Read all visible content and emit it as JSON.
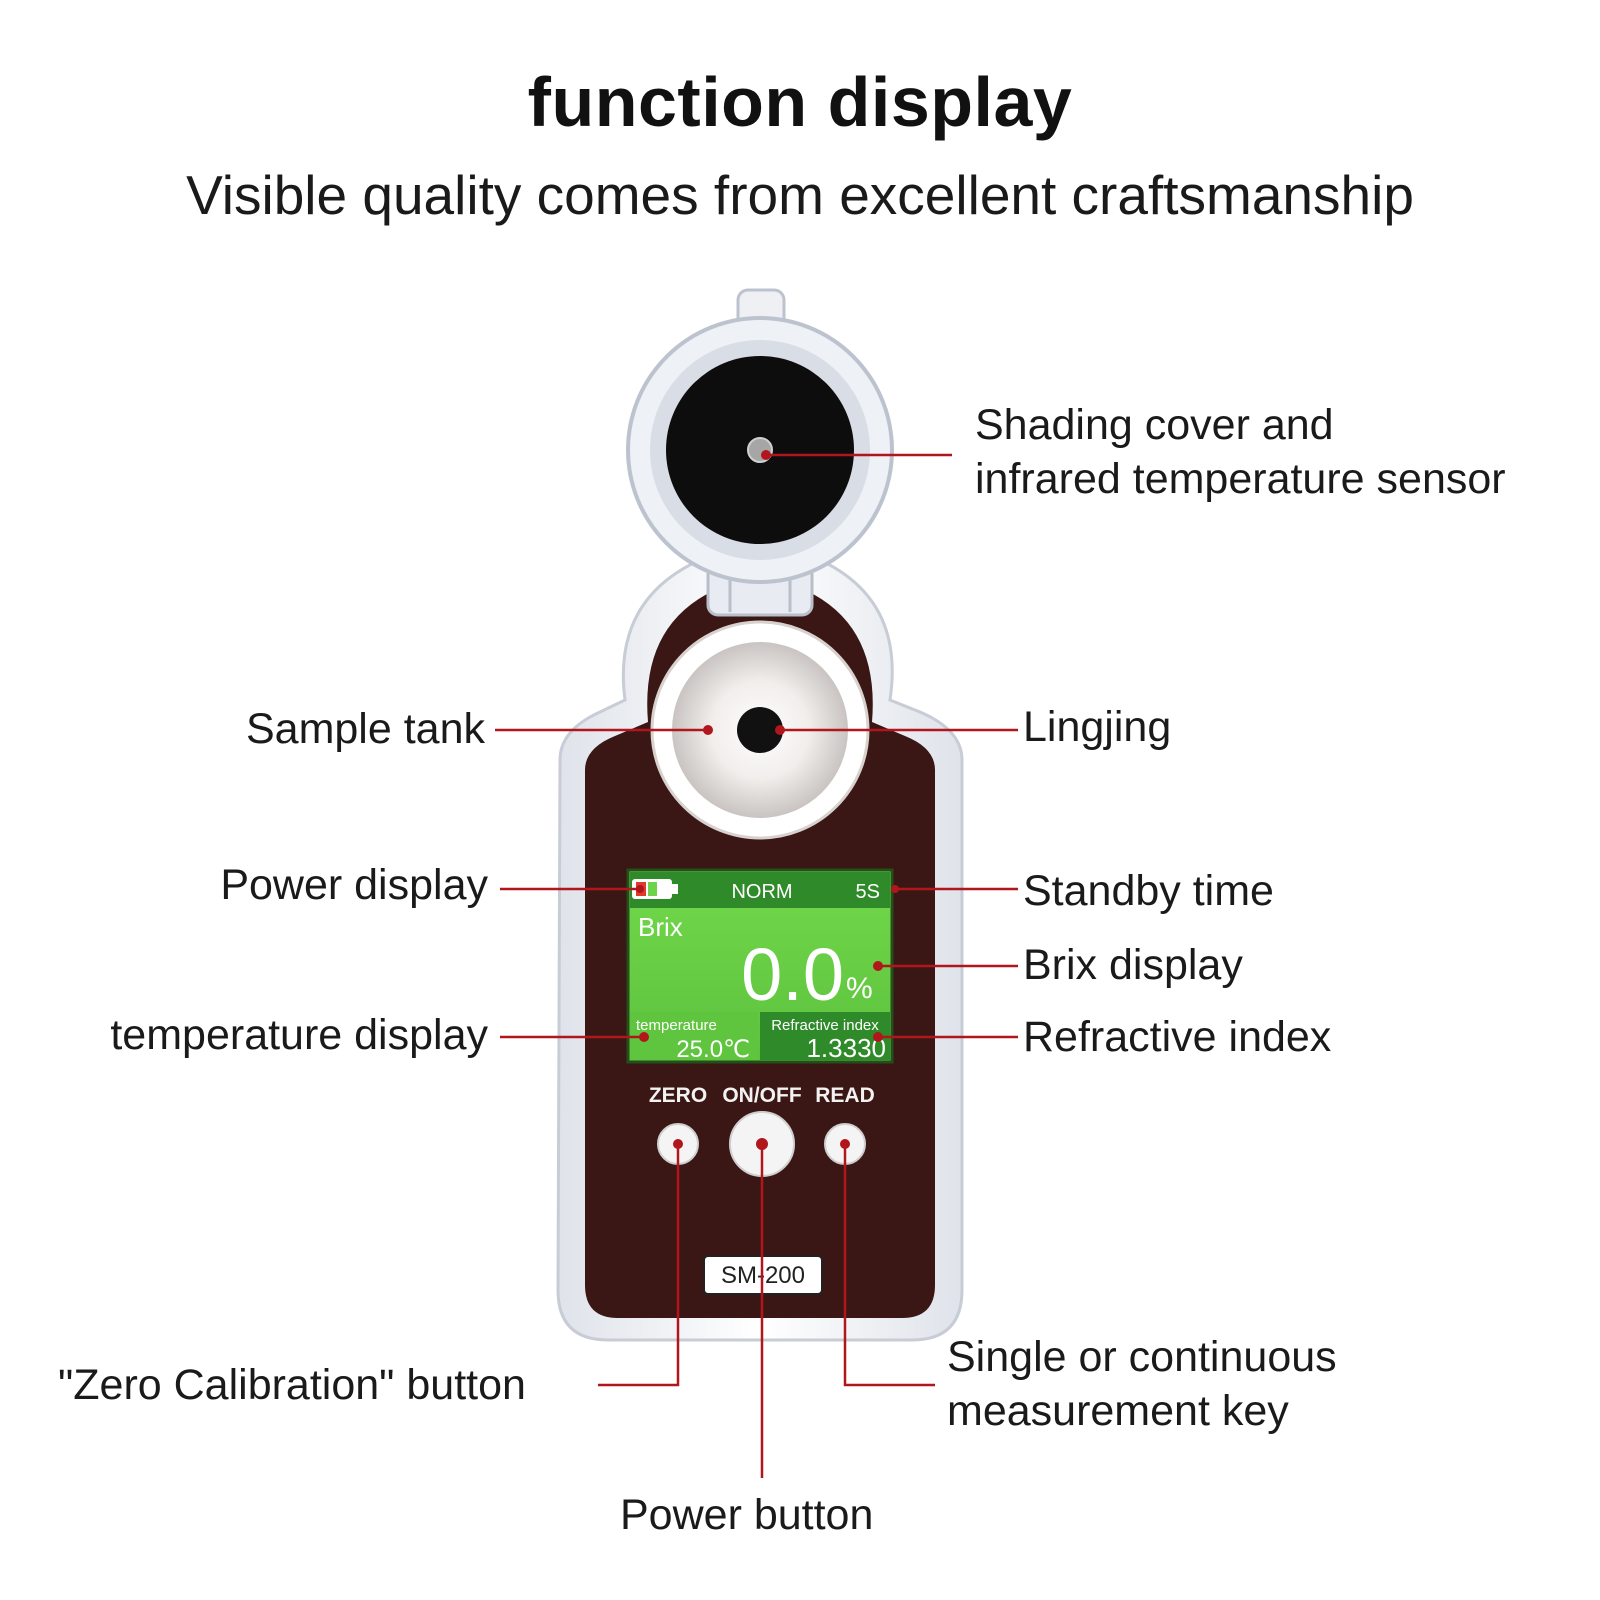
{
  "title": "function display",
  "subtitle": "Visible quality comes from excellent craftsmanship",
  "device": {
    "model_badge": "SM-200",
    "buttons": {
      "zero": "ZERO",
      "onoff": "ON/OFF",
      "read": "READ"
    },
    "screen": {
      "mode": "NORM",
      "standby": "5S",
      "measure_label": "Brix",
      "brix_value": "0.0",
      "brix_unit": "%",
      "temperature_label": "temperature",
      "temperature_value": "25.0℃",
      "refractive_label": "Refractive index",
      "refractive_value": "1.3330"
    }
  },
  "callouts": {
    "shading_cover": [
      "Shading cover and",
      "infrared temperature sensor"
    ],
    "sample_tank": "Sample tank",
    "lingjing": "Lingjing",
    "power_display": "Power display",
    "standby_time": "Standby time",
    "brix_display": "Brix display",
    "temperature_display": "temperature display",
    "refractive_index": "Refractive index",
    "zero_calibration": "\"Zero Calibration\" button",
    "measurement_key": [
      "Single or continuous",
      "measurement key"
    ],
    "power_button": "Power button"
  },
  "colors": {
    "body": "#3a1714",
    "shell": "#f2f4f8",
    "lcd": "#6fd34a",
    "lcd_dark": "#2f8a2a",
    "leader": "#b0161c"
  }
}
